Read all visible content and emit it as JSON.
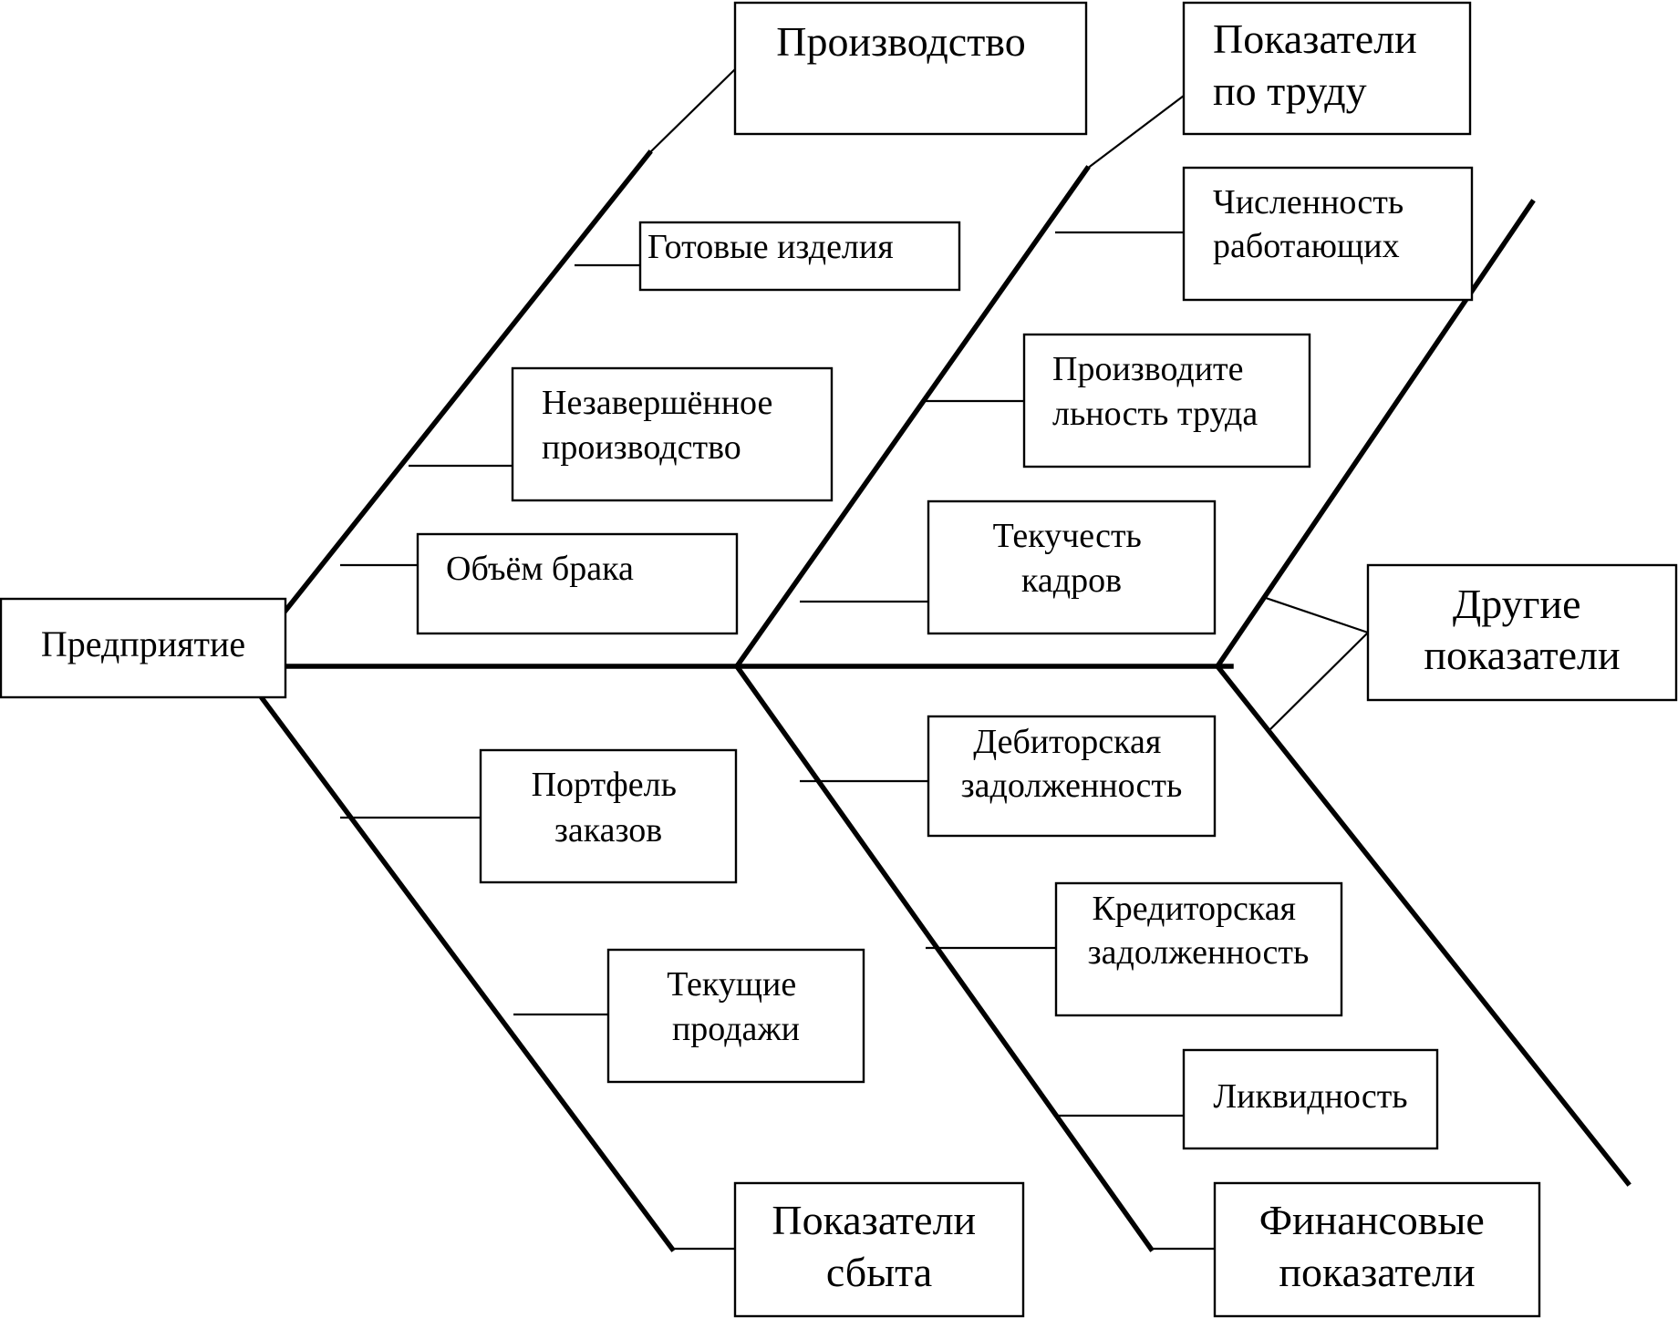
{
  "diagram": {
    "root": {
      "lines": [
        "Предприятие"
      ]
    },
    "categories": {
      "production": {
        "lines": [
          "Производство"
        ]
      },
      "labor": {
        "lines": [
          "Показатели",
          "по труду"
        ]
      },
      "other": {
        "lines": [
          "Другие",
          "показатели"
        ]
      },
      "sales": {
        "lines": [
          "Показатели",
          "сбыта"
        ]
      },
      "finance": {
        "lines": [
          "Финансовые",
          "показатели"
        ]
      }
    },
    "factors": {
      "finished_goods": {
        "lines": [
          "Готовые изделия"
        ]
      },
      "wip": {
        "lines": [
          "Незавершённое",
          "производство"
        ]
      },
      "defects": {
        "lines": [
          "Объём брака"
        ]
      },
      "headcount": {
        "lines": [
          "Численность",
          "работающих"
        ]
      },
      "productivity": {
        "lines": [
          "Производите",
          "льность труда"
        ]
      },
      "turnover": {
        "lines": [
          "Текучесть",
          "кадров"
        ]
      },
      "order_book": {
        "lines": [
          "Портфель",
          "заказов"
        ]
      },
      "current_sales": {
        "lines": [
          "Текущие",
          "продажи"
        ]
      },
      "receivables": {
        "lines": [
          "Дебиторская",
          "задолженность"
        ]
      },
      "payables": {
        "lines": [
          "Кредиторская",
          "задолженность"
        ]
      },
      "liquidity": {
        "lines": [
          "Ликвидность"
        ]
      }
    }
  }
}
